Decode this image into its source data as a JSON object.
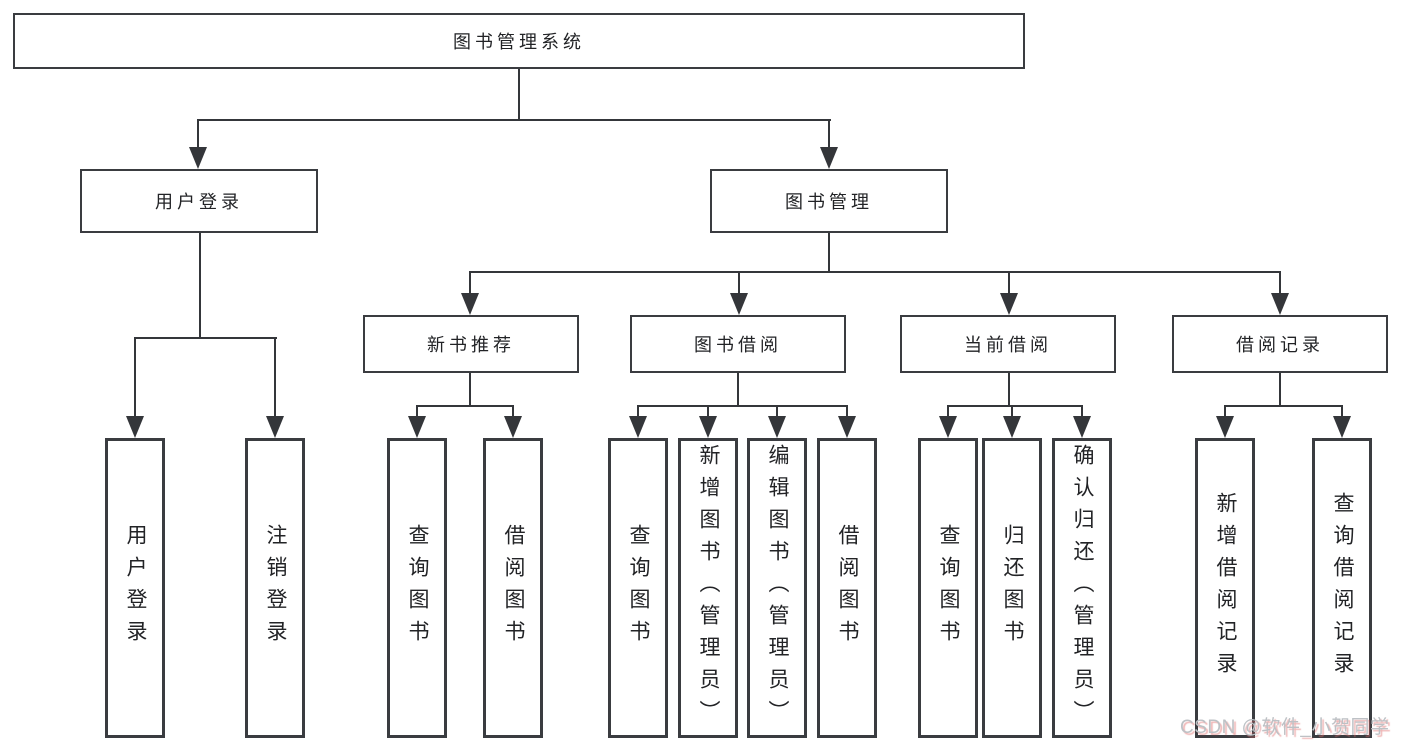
{
  "tree": {
    "label": "图书管理系统",
    "children": [
      {
        "label": "用户登录",
        "children": [
          {
            "label": "用户登录"
          },
          {
            "label": "注销登录"
          }
        ]
      },
      {
        "label": "图书管理",
        "children": [
          {
            "label": "新书推荐",
            "children": [
              {
                "label": "查询图书"
              },
              {
                "label": "借阅图书"
              }
            ]
          },
          {
            "label": "图书借阅",
            "children": [
              {
                "label": "查询图书"
              },
              {
                "label": "新增图书（管理员）"
              },
              {
                "label": "编辑图书（管理员）"
              },
              {
                "label": "借阅图书"
              }
            ]
          },
          {
            "label": "当前借阅",
            "children": [
              {
                "label": "查询图书"
              },
              {
                "label": "归还图书"
              },
              {
                "label": "确认归还（管理员）"
              }
            ]
          },
          {
            "label": "借阅记录",
            "children": [
              {
                "label": "新增借阅记录"
              },
              {
                "label": "查询借阅记录"
              }
            ]
          }
        ]
      }
    ]
  },
  "watermark": {
    "text": "CSDN @软件_小贺同学"
  },
  "colors": {
    "line": "#34363a",
    "border": "#3a3c40",
    "text": "#222326",
    "background": "#ffffff",
    "watermark_gray": "#bdc1c5",
    "watermark_red": "#e06c6c"
  }
}
